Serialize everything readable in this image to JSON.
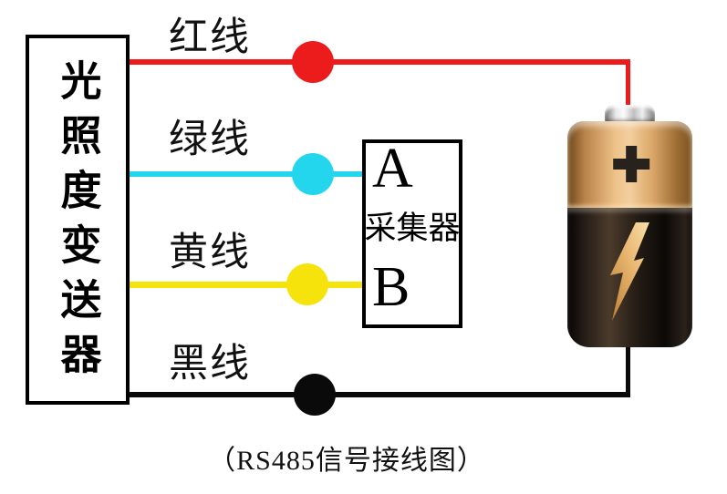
{
  "caption": "（RS485信号接线图）",
  "transmitter": {
    "label": "光照度变送器"
  },
  "wires": {
    "red": {
      "label": "红线",
      "color": "#ed1c1c"
    },
    "green": {
      "label": "绿线",
      "color": "#23d6ee"
    },
    "yellow": {
      "label": "黄线",
      "color": "#f6e30c"
    },
    "black": {
      "label": "黑线",
      "color": "#0a0a0a"
    }
  },
  "collector": {
    "terminal_a": "A",
    "label": "采集器",
    "terminal_b": "B"
  },
  "battery": {
    "icons": {
      "cap": "battery-terminal-cap-icon",
      "positive": "plus-icon",
      "bolt": "lightning-bolt-icon"
    }
  }
}
